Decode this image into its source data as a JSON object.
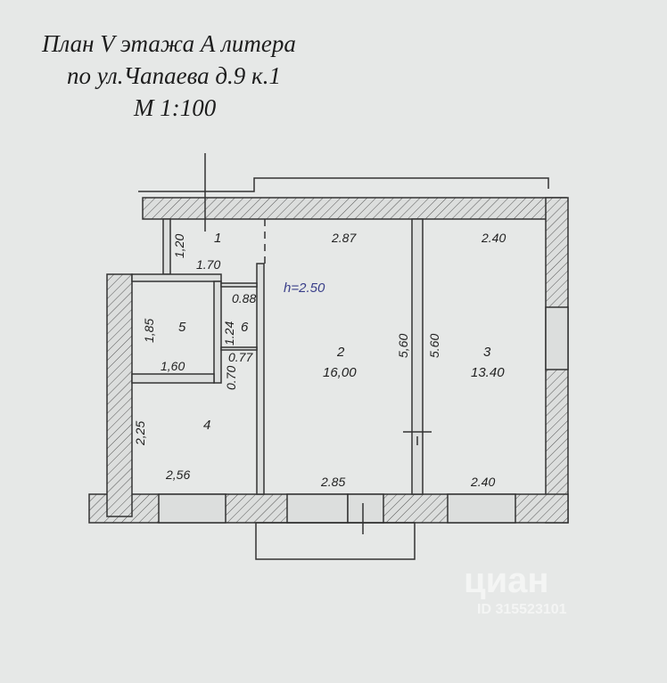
{
  "title": {
    "line1": "План  V этажа А литера",
    "line2": "по ул.Чапаева д.9 к.1",
    "scale": "М 1:100"
  },
  "ceiling_height": "h=2.50",
  "rooms": [
    {
      "number": "1",
      "dims": [
        "1,20",
        "1.70"
      ]
    },
    {
      "number": "2",
      "area": "16,00",
      "dims": [
        "2.87",
        "5,60",
        "2.85"
      ]
    },
    {
      "number": "3",
      "area": "13.40",
      "dims": [
        "2.40",
        "5.60",
        "2.40"
      ]
    },
    {
      "number": "4",
      "dims": [
        "2,25",
        "2,56",
        "0.70"
      ]
    },
    {
      "number": "5",
      "dims": [
        "1,85",
        "1,60"
      ]
    },
    {
      "number": "6",
      "dims": [
        "0.88",
        "1.24",
        "0.77"
      ]
    }
  ],
  "watermark": {
    "brand": "циан",
    "id": "ID 315523101"
  }
}
